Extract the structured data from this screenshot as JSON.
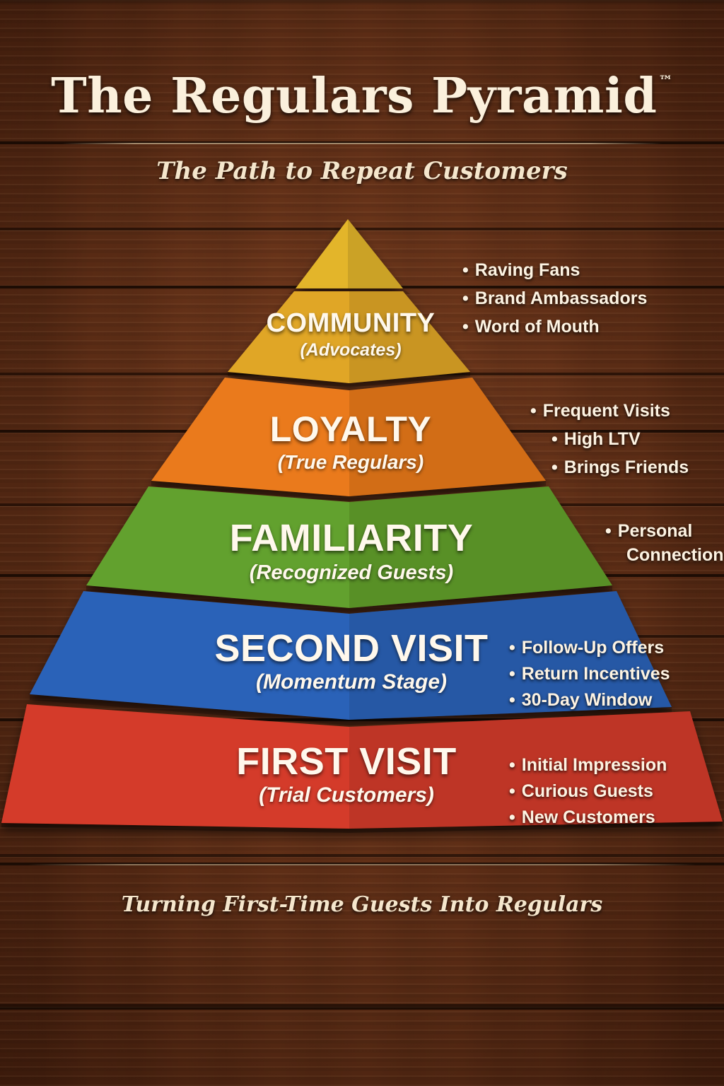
{
  "title": "The Regulars Pyramid",
  "trademark": "™",
  "subtitle": "The Path to Repeat Customers",
  "footer": "Turning First-Time Guests Into Regulars",
  "colors": {
    "peak": "#e3b52c",
    "community": "#e0a628",
    "loyalty": "#ea7a1c",
    "familiarity": "#62a12d",
    "second_visit": "#2a62b8",
    "first_visit": "#d43a2a",
    "title_text": "#fbf0dc",
    "wood": "#5a2c16"
  },
  "tiers": [
    {
      "key": "community",
      "title": "COMMUNITY",
      "subtitle": "(Advocates)",
      "bullets": [
        "Raving Fans",
        "Brand Ambassadors",
        "Word of Mouth"
      ]
    },
    {
      "key": "loyalty",
      "title": "LOYALTY",
      "subtitle": "(True Regulars)",
      "bullets": [
        "Frequent Visits",
        "High LTV",
        "Brings Friends"
      ]
    },
    {
      "key": "familiarity",
      "title": "FAMILIARITY",
      "subtitle": "(Recognized Guests)",
      "bullets": [
        "Personal",
        "Connection"
      ]
    },
    {
      "key": "second_visit",
      "title": "SECOND VISIT",
      "subtitle": "(Momentum Stage)",
      "bullets": [
        "Follow-Up Offers",
        "Return Incentives",
        "30-Day Window"
      ]
    },
    {
      "key": "first_visit",
      "title": "FIRST VISIT",
      "subtitle": "(Trial Customers)",
      "bullets": [
        "Initial Impression",
        "Curious Guests",
        "New Customers"
      ]
    }
  ]
}
